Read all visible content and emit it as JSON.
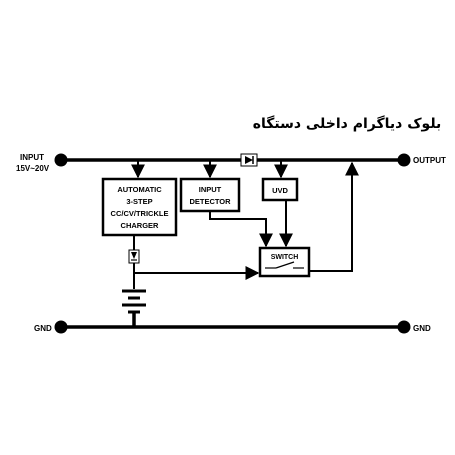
{
  "title": "بلوک دیاگرام داخلی دستگاه",
  "terminals": {
    "input_label": "INPUT",
    "input_range": "15V~20V",
    "output_label": "OUTPUT",
    "gnd_left_label": "GND",
    "gnd_right_label": "GND"
  },
  "blocks": {
    "charger": [
      "AUTOMATIC",
      "3-STEP",
      "CC/CV/TRICKLE",
      "CHARGER"
    ],
    "input_detector": [
      "INPUT",
      "DETECTOR"
    ],
    "uvd": "UVD",
    "switch": "SWITCH"
  }
}
